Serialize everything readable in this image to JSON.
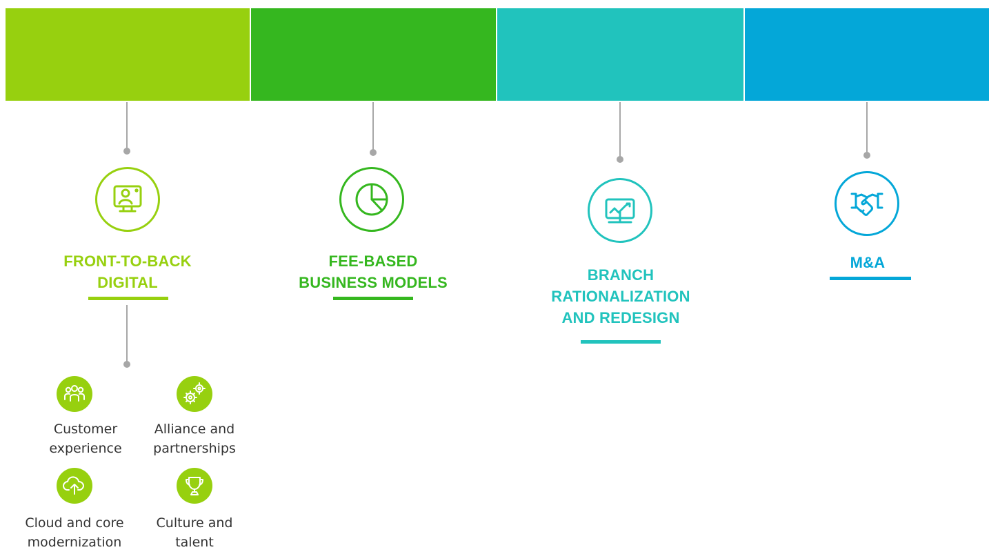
{
  "colors": {
    "lime": "#97d00f",
    "green": "#35b71f",
    "teal": "#21c3bd",
    "blue": "#04a7d8",
    "connector": "#a7a7a7",
    "text": "#333333"
  },
  "pillars": [
    {
      "title": "FRONT-TO-BACK\nDIGITAL",
      "icon": "monitor-person-icon",
      "color": "#97d00f"
    },
    {
      "title": "FEE-BASED\nBUSINESS MODELS",
      "icon": "pie-chart-icon",
      "color": "#35b71f"
    },
    {
      "title": "BRANCH\nRATIONALIZATION\nAND REDESIGN",
      "icon": "trend-chart-icon",
      "color": "#21c3bd"
    },
    {
      "title": "M&A",
      "icon": "handshake-icon",
      "color": "#04a7d8"
    }
  ],
  "sub_items": [
    {
      "label": "Customer\nexperience",
      "icon": "people-group-icon"
    },
    {
      "label": "Alliance and\npartnerships",
      "icon": "gears-icon"
    },
    {
      "label": "Cloud and core\nmodernization",
      "icon": "cloud-upload-icon"
    },
    {
      "label": "Culture and\ntalent",
      "icon": "trophy-icon"
    }
  ]
}
